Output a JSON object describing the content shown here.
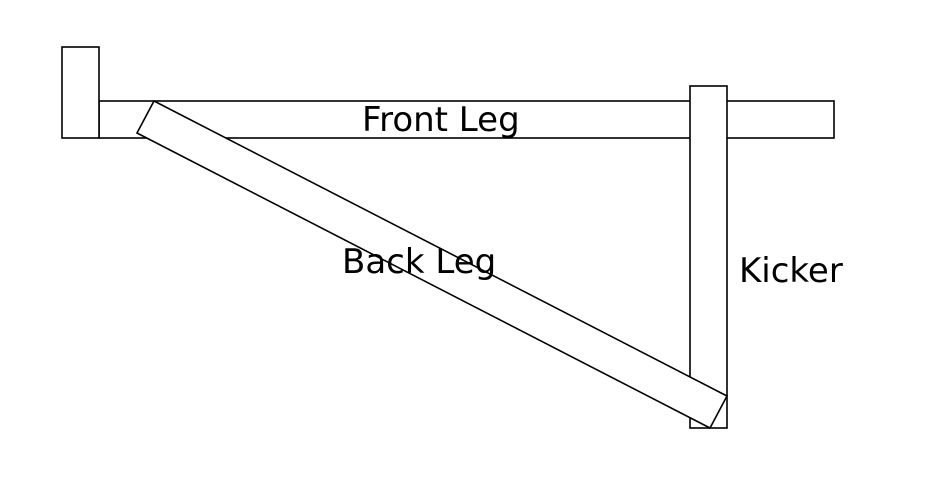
{
  "labels": {
    "front_leg": "Front Leg",
    "back_leg": "Back Leg",
    "kicker": "Kicker"
  },
  "colors": {
    "stroke": "#000000",
    "fill": "#ffffff",
    "background": "#ffffff"
  }
}
